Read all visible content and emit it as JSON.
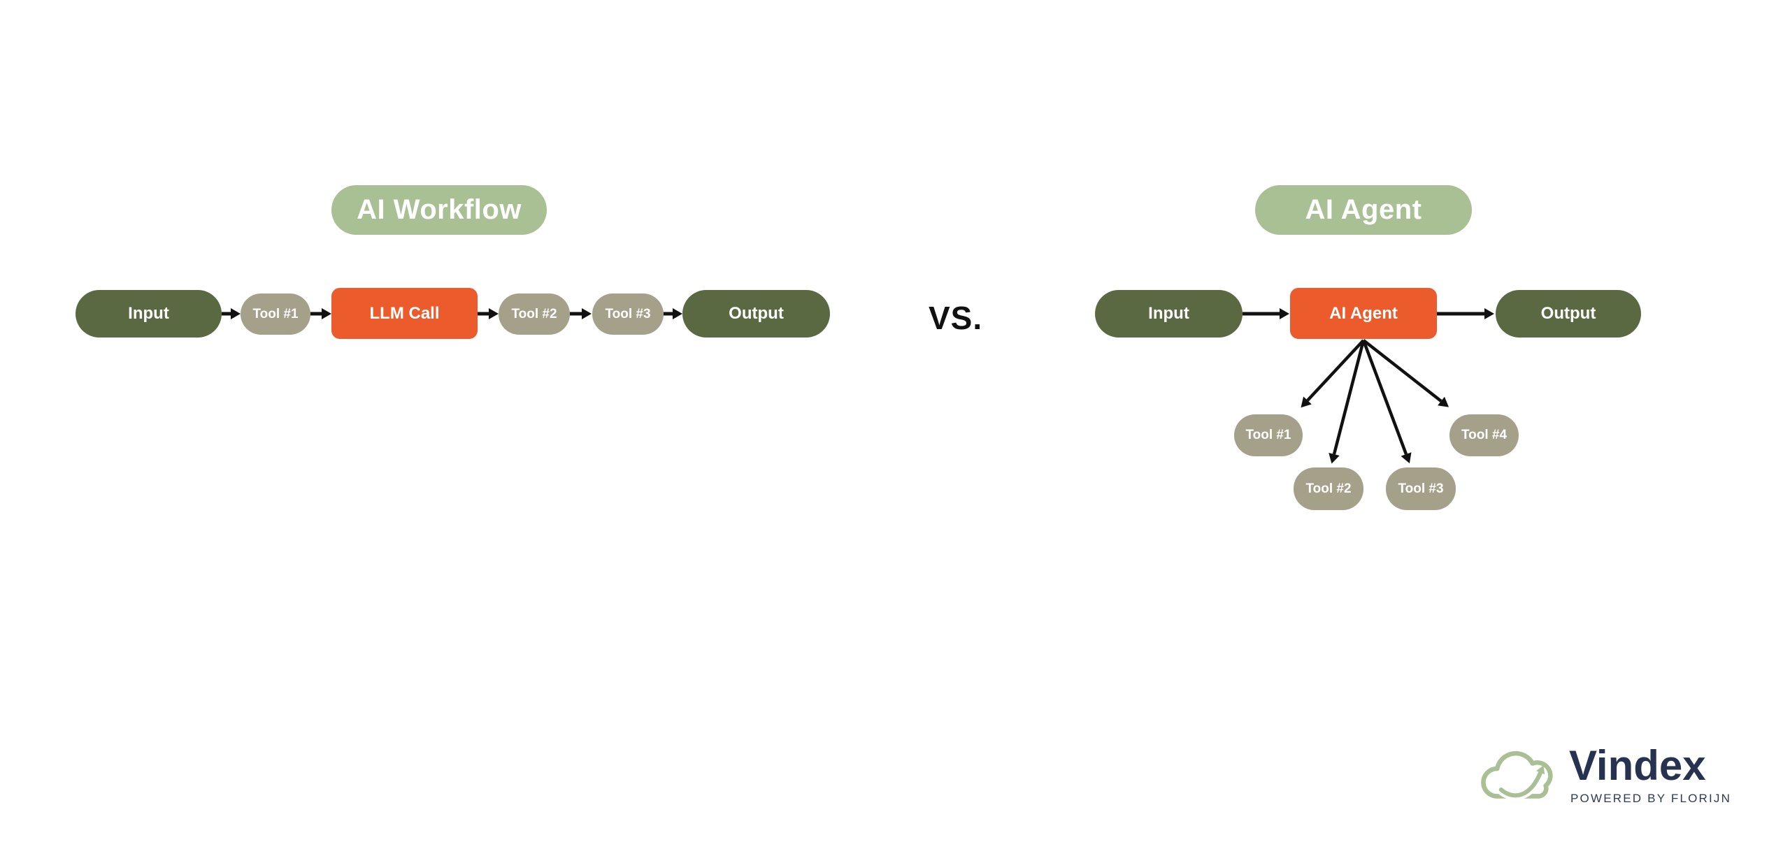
{
  "left_diagram": {
    "title": "AI Workflow",
    "nodes": [
      "Input",
      "Tool #1",
      "LLM Call",
      "Tool #2",
      "Tool #3",
      "Output"
    ]
  },
  "vs_label": "VS.",
  "right_diagram": {
    "title": "AI Agent",
    "input": "Input",
    "agent": "AI Agent",
    "output": "Output",
    "tools": [
      "Tool #1",
      "Tool #2",
      "Tool #3",
      "Tool #4"
    ]
  },
  "branding": {
    "name": "Vindex",
    "tagline": "POWERED BY FLORIJN"
  },
  "colors": {
    "node_dark_green": "#5a6942",
    "node_tan": "#a5a089",
    "node_orange": "#ec5b2b",
    "title_sage": "#a8c094",
    "brand_navy": "#26324f",
    "arrow_black": "#111111",
    "background": "#ffffff"
  }
}
